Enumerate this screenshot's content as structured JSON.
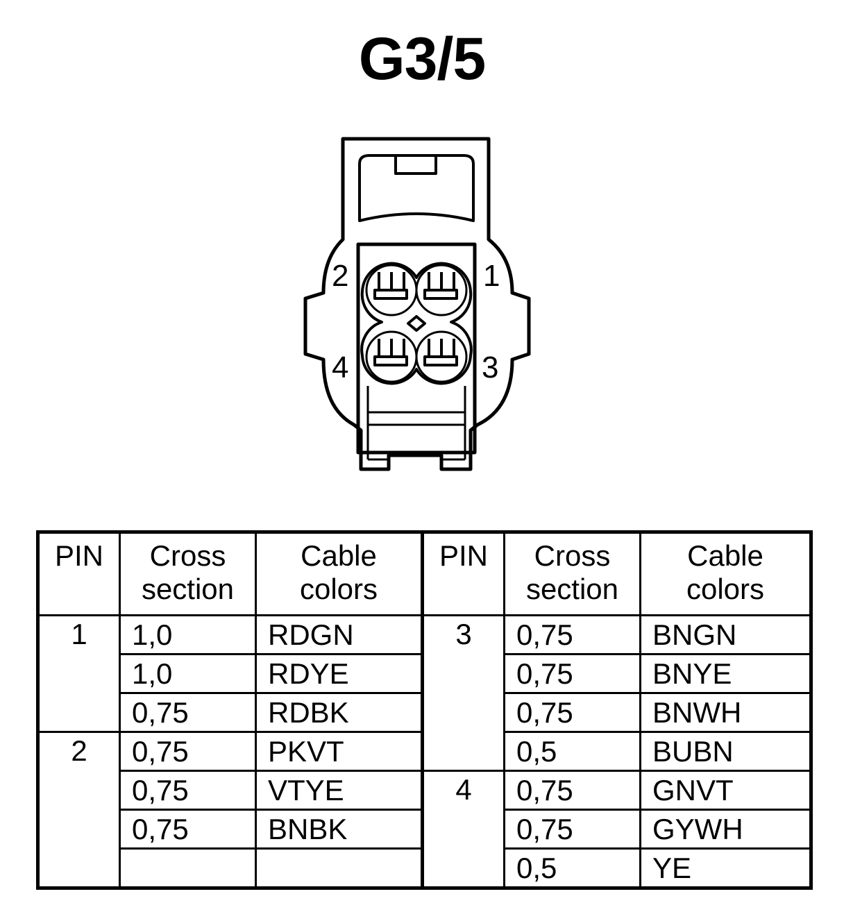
{
  "title": "G3/5",
  "pin_labels": [
    "1",
    "2",
    "3",
    "4"
  ],
  "table": {
    "headers": {
      "pin": "PIN",
      "cross_line1": "Cross",
      "cross_line2": "section",
      "cable_line1": "Cable",
      "cable_line2": "colors"
    },
    "left": [
      {
        "pin": "1",
        "rows": [
          {
            "cross": "1,0",
            "color": "RDGN"
          },
          {
            "cross": "1,0",
            "color": "RDYE"
          },
          {
            "cross": "0,75",
            "color": "RDBK"
          }
        ]
      },
      {
        "pin": "2",
        "rows": [
          {
            "cross": "0,75",
            "color": "PKVT"
          },
          {
            "cross": "0,75",
            "color": "VTYE"
          },
          {
            "cross": "0,75",
            "color": "BNBK"
          }
        ]
      }
    ],
    "right": [
      {
        "pin": "3",
        "rows": [
          {
            "cross": "0,75",
            "color": "BNGN"
          },
          {
            "cross": "0,75",
            "color": "BNYE"
          },
          {
            "cross": "0,75",
            "color": "BNWH"
          },
          {
            "cross": "0,5",
            "color": "BUBN"
          }
        ]
      },
      {
        "pin": "4",
        "rows": [
          {
            "cross": "0,75",
            "color": "GNVT"
          },
          {
            "cross": "0,75",
            "color": "GYWH"
          },
          {
            "cross": "0,5",
            "color": "YE"
          }
        ]
      }
    ]
  }
}
